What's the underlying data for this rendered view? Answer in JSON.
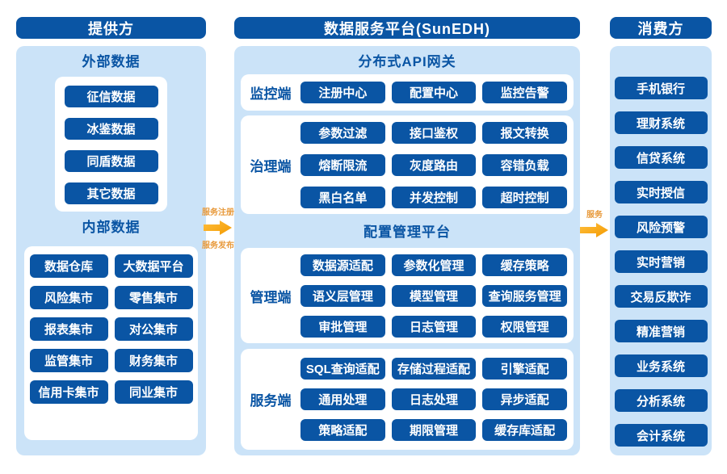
{
  "providers": {
    "title": "提供方",
    "external": {
      "title": "外部数据",
      "items": [
        "征信数据",
        "冰鉴数据",
        "同盾数据",
        "其它数据"
      ]
    },
    "internal": {
      "title": "内部数据",
      "items": [
        "数据仓库",
        "大数据平台",
        "风险集市",
        "零售集市",
        "报表集市",
        "对公集市",
        "监管集市",
        "财务集市",
        "信用卡集市",
        "同业集市"
      ]
    }
  },
  "platform": {
    "title": "数据服务平台(SunEDH)",
    "sections": [
      {
        "title": "分布式API网关",
        "groups": [
          {
            "label": "监控端",
            "items": [
              "注册中心",
              "配置中心",
              "监控告警"
            ]
          },
          {
            "label": "治理端",
            "items": [
              "参数过滤",
              "接口鉴权",
              "报文转换",
              "熔断限流",
              "灰度路由",
              "容错负载",
              "黑白名单",
              "并发控制",
              "超时控制"
            ]
          }
        ]
      },
      {
        "title": "配置管理平台",
        "groups": [
          {
            "label": "管理端",
            "items": [
              "数据源适配",
              "参数化管理",
              "缓存策略",
              "语义层管理",
              "模型管理",
              "查询服务管理",
              "审批管理",
              "日志管理",
              "权限管理"
            ]
          },
          {
            "label": "服务端",
            "items": [
              "SQL查询适配",
              "存储过程适配",
              "引擎适配",
              "通用处理",
              "日志处理",
              "异步适配",
              "策略适配",
              "期限管理",
              "缓存库适配"
            ]
          }
        ]
      }
    ]
  },
  "consumers": {
    "title": "消费方",
    "items": [
      "手机银行",
      "理财系统",
      "信贷系统",
      "实时授信",
      "风险预警",
      "实时营销",
      "交易反欺诈",
      "精准营销",
      "业务系统",
      "分析系统",
      "会计系统"
    ]
  },
  "arrows": {
    "left": {
      "top_label": "服务注册",
      "bottom_label": "服务发布"
    },
    "right": {
      "label": "服务"
    }
  },
  "colors": {
    "primary": "#0a55a4",
    "panel": "#cbe3f8",
    "box": "#ffffff",
    "arrow_start": "#ffbe3d",
    "arrow_end": "#f39a00",
    "arrow_label": "#e89a3c"
  }
}
